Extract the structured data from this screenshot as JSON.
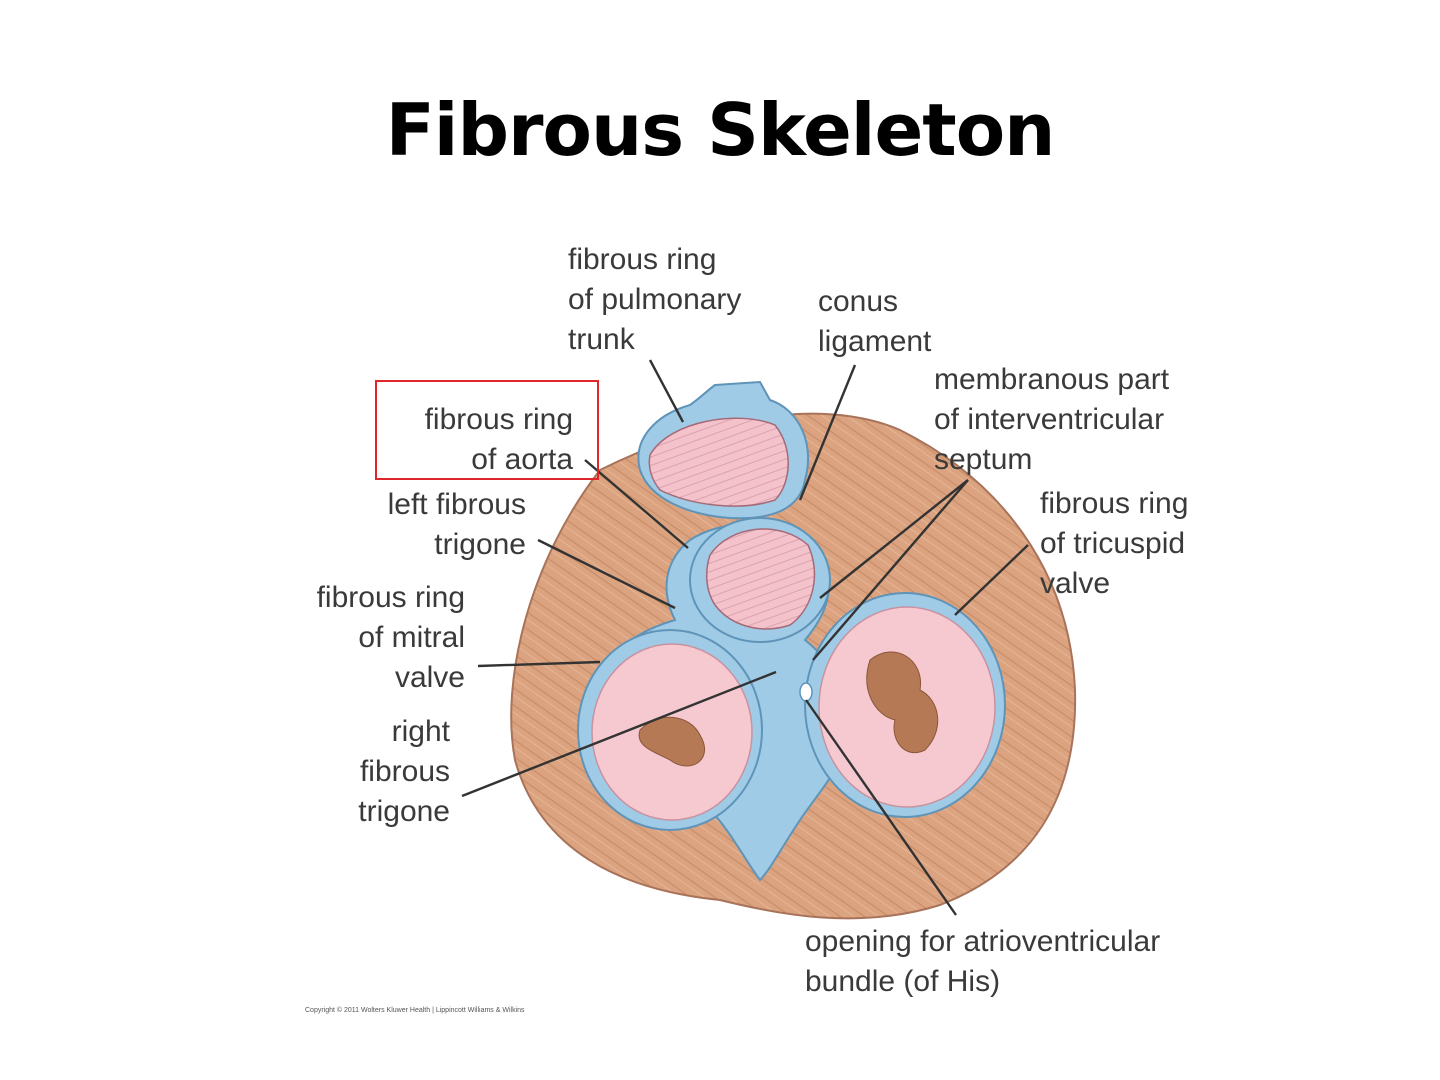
{
  "title": "Fibrous Skeleton",
  "labels": {
    "pulmonary_ring": [
      "fibrous ring",
      "of pulmonary",
      "trunk"
    ],
    "conus_ligament": [
      "conus",
      "ligament"
    ],
    "membranous_septum": [
      "membranous part",
      "of interventricular",
      "septum"
    ],
    "aortic_ring": [
      "fibrous ring",
      "of aorta"
    ],
    "left_trigone": [
      "left fibrous",
      "trigone"
    ],
    "tricuspid_ring": [
      "fibrous ring",
      "of tricuspid",
      "valve"
    ],
    "mitral_ring": [
      "fibrous ring",
      "of mitral",
      "valve"
    ],
    "right_trigone": [
      "right",
      "fibrous",
      "trigone"
    ],
    "av_bundle_opening": [
      "opening for atrioventricular",
      "bundle (of His)"
    ]
  },
  "copyright": "Copyright © 2011 Wolters Kluwer Health | Lippincott Williams & Wilkins",
  "colors": {
    "myocardium": "#dba37f",
    "fibrous_tissue": "#9fcbe6",
    "valve_lumen": "#f6c9d0",
    "highlight_box": "#e0252b"
  }
}
